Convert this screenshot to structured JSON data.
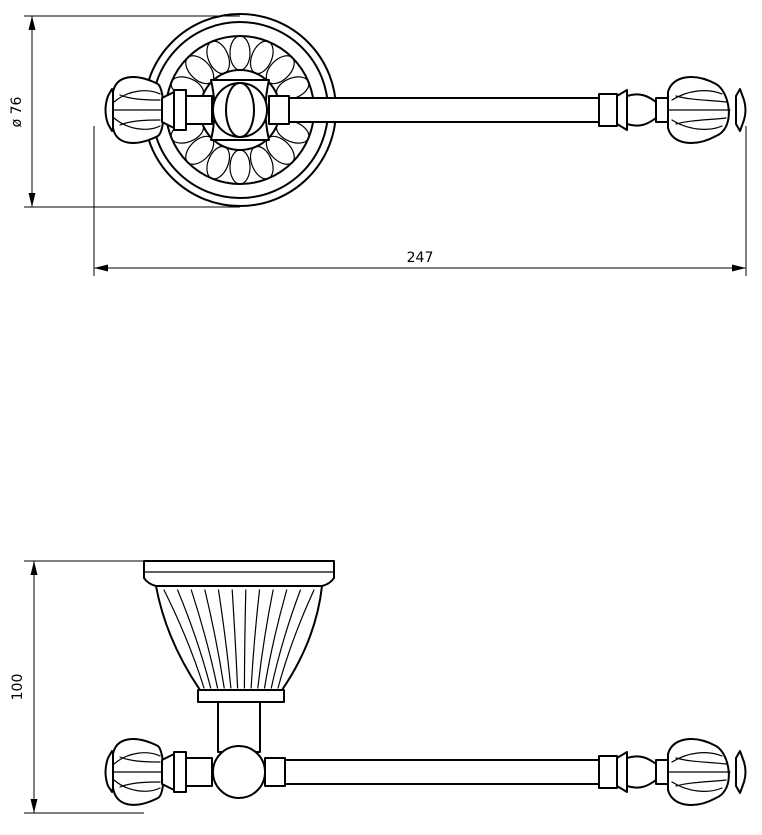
{
  "dimensions": {
    "diameter_label": "ø 76",
    "width_label": "247",
    "height_label": "100"
  },
  "views": [
    "top-view",
    "front-view"
  ]
}
